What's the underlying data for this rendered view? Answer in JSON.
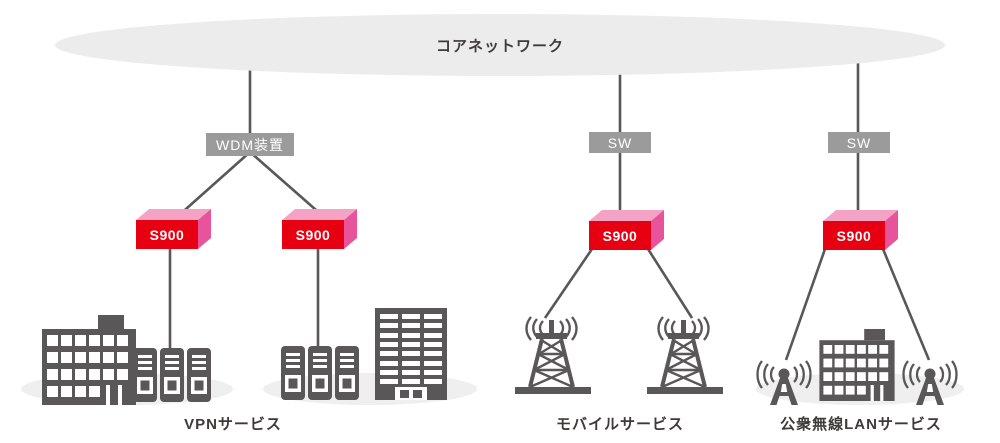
{
  "diagram": {
    "core": {
      "label": "コアネットワーク"
    },
    "branches": [
      {
        "name": "vpn-service",
        "aggregation_node": "WDM装置",
        "devices": [
          "S900",
          "S900"
        ],
        "endpoints": [
          "office-building",
          "server-racks",
          "server-racks",
          "highrise-building"
        ],
        "label": "VPNサービス"
      },
      {
        "name": "mobile-service",
        "aggregation_node": "SW",
        "devices": [
          "S900"
        ],
        "endpoints": [
          "radio-tower",
          "radio-tower"
        ],
        "label": "モバイルサービス"
      },
      {
        "name": "public-wireless-lan-service",
        "aggregation_node": "SW",
        "devices": [
          "S900"
        ],
        "endpoints": [
          "wifi-antenna",
          "office-building",
          "wifi-antenna"
        ],
        "label": "公衆無線LANサービス"
      }
    ],
    "colors": {
      "core_fill": "#ececec",
      "node_fill": "#9b9b9b",
      "device_front": "#e60012",
      "device_top": "#f4a3c4",
      "device_side": "#e7549b",
      "line": "#595757",
      "icon": "#595757",
      "shadow": "#efefef",
      "text": "#3e3a39"
    }
  }
}
